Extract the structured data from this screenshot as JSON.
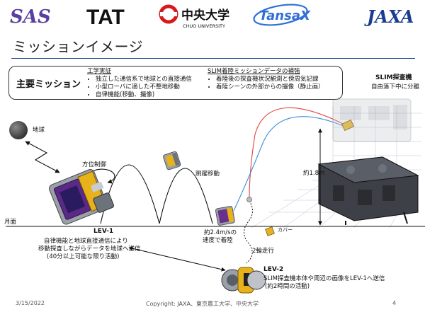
{
  "logos": {
    "sas": "SAS",
    "tat": "TAT",
    "chuo_jp": "中央大学",
    "chuo_en": "CHUO UNIVERSITY",
    "tansax": "TansaX",
    "jaxa": "JAXA"
  },
  "page_title": "ミッションイメージ",
  "mission": {
    "title": "主要ミッション",
    "engineering": {
      "heading": "工学実証",
      "items": [
        "独立した通信系で地球との直接通信",
        "小型ローバに適した不整地移動",
        "自律機能(移動、撮像)"
      ]
    },
    "slim": {
      "heading": "SLIM着陸ミッションデータの補強",
      "items": [
        "着陸後の探査機状況観測と傍周気記録",
        "着陸シーンの外部からの撮像（静止画）"
      ]
    }
  },
  "labels": {
    "earth": "地球",
    "azimuth": "方位制御",
    "hop": "跳躍移動",
    "lunar_surface": "月面",
    "slim_title": "SLIM探査機",
    "slim_sub": "自由落下中に分離",
    "height": "約1.8m",
    "landing_line1": "約2.4m/sの",
    "landing_line2": "速度で着陸",
    "cover": "カバー",
    "two_wheel": "2輪走行",
    "lev1_name": "LEV-1",
    "lev1_desc": [
      "自律機能と地球直接通信により",
      "移動探査しながらデータを地球へ送信",
      "(40分以上可能な限り活動)"
    ],
    "lev2_name": "LEV-2",
    "lev2_desc": [
      "SLIM探査機本体や周辺の画像をLEV-1へ送信",
      "(約2時間の活動)"
    ]
  },
  "footer": {
    "date": "3/15/2022",
    "copyright": "Copyright: JAXA、東京農工大学、中央大学",
    "page": "4"
  },
  "colors": {
    "accent_blue": "#1a3d8f",
    "red_link": "#e0433b",
    "blue_link": "#3a8fd8",
    "chuo_red": "#d7191c",
    "lev1_body": "#8a8f96",
    "lev1_panel": "#6a2f8c",
    "gold": "#e8b31a"
  }
}
